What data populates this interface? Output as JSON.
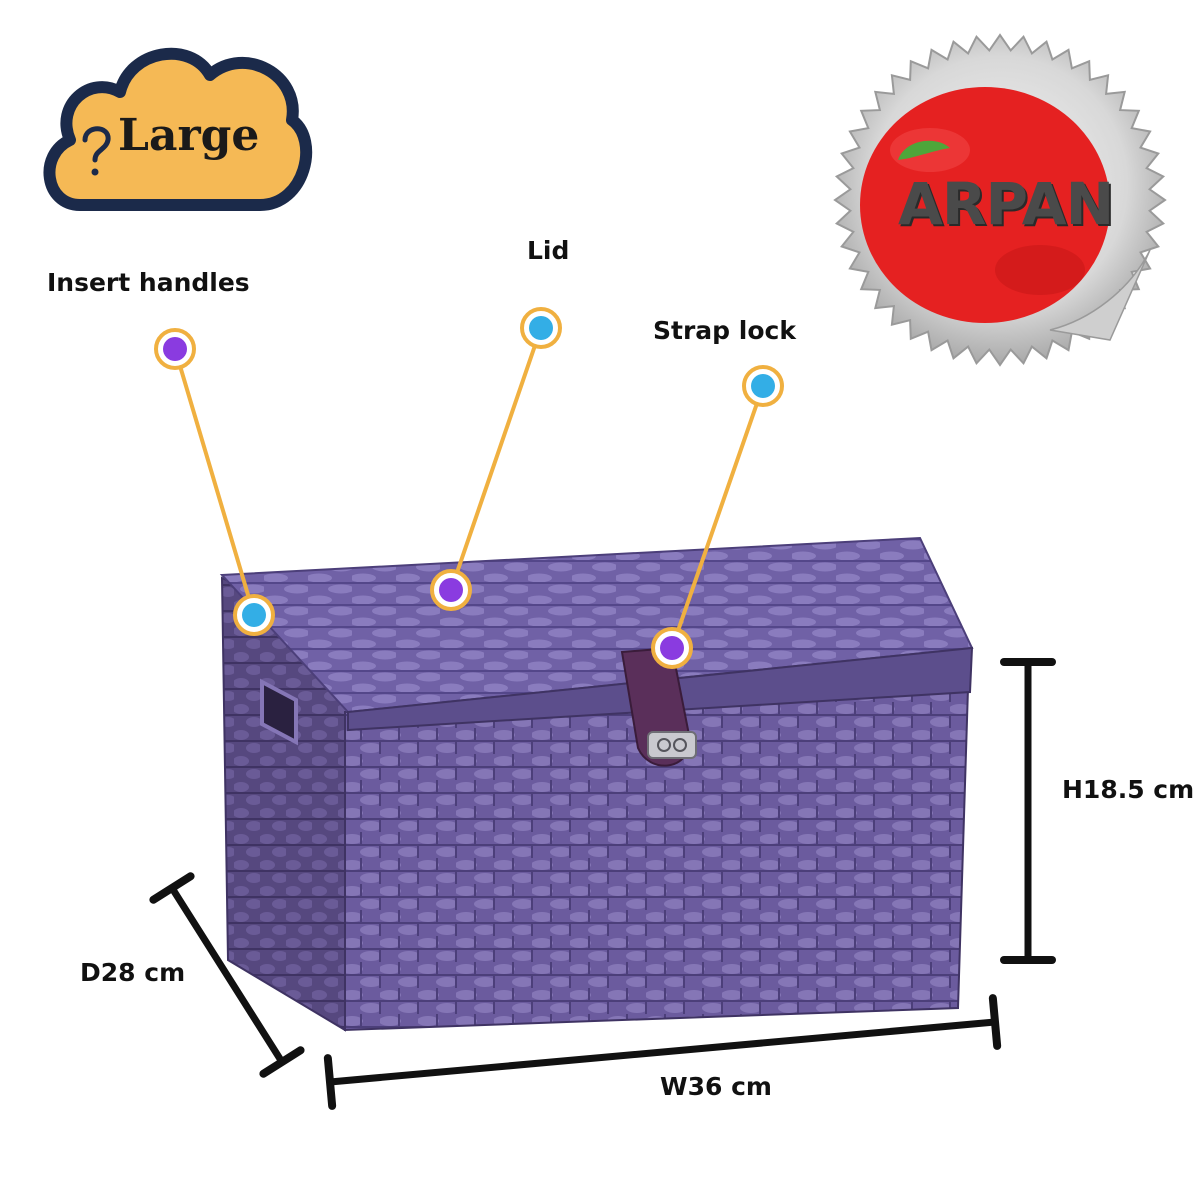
{
  "size_badge": {
    "label": "Large"
  },
  "brand_logo": {
    "text": "ARPAN"
  },
  "callouts": [
    {
      "label": "Insert handles"
    },
    {
      "label": "Lid"
    },
    {
      "label": "Strap lock"
    }
  ],
  "dimensions": {
    "height": "H18.5 cm",
    "depth": "D28 cm",
    "width": "W36 cm"
  },
  "colors": {
    "basket_purple": "#6b5a9c",
    "callout_line": "#f0b040",
    "dot_purple": "#8a3be0",
    "dot_blue": "#33aee6",
    "badge_fill": "#f5b955",
    "badge_outline": "#1b2a4a",
    "logo_red": "#e52020"
  }
}
